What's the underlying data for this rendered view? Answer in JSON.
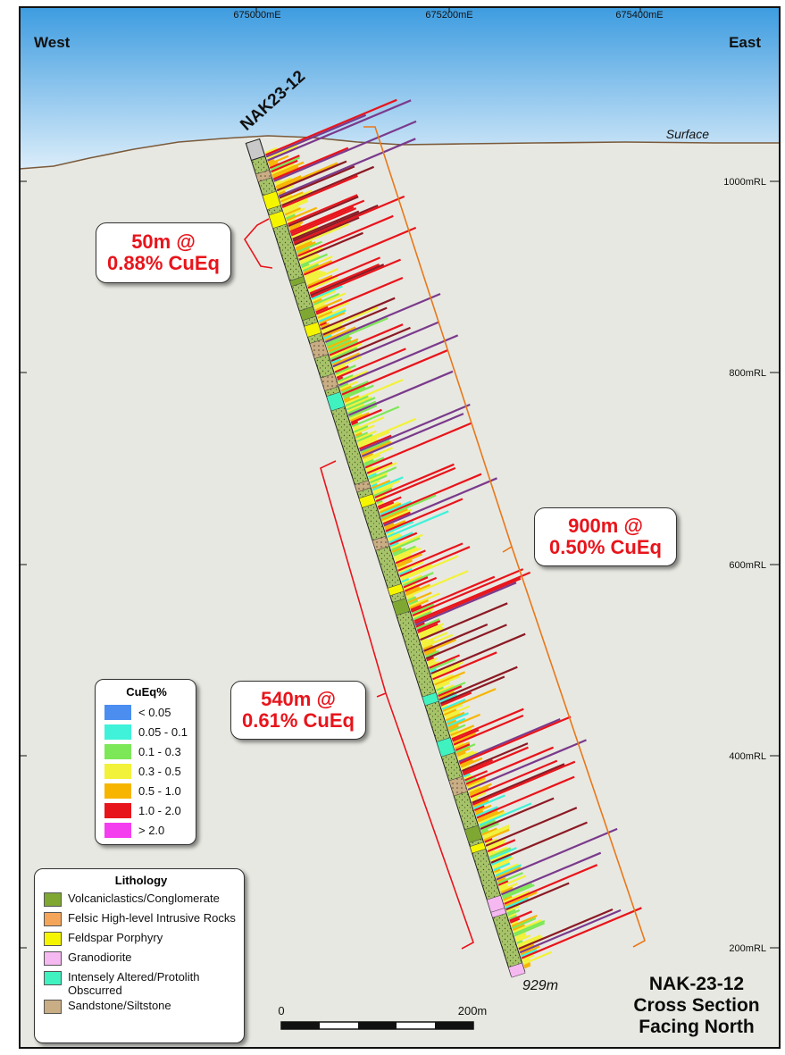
{
  "top_labels": {
    "west": "West",
    "east": "East"
  },
  "easting_ticks": [
    "675000mE",
    "675200mE",
    "675400mE"
  ],
  "elevation_ticks": [
    "1000mRL",
    "800mRL",
    "600mRL",
    "400mRL",
    "200mRL"
  ],
  "drillhole": {
    "id": "NAK23-12",
    "end_depth": "929m"
  },
  "surface_label": "Surface",
  "intercepts": [
    {
      "line1": "50m @",
      "line2": "0.88% CuEq"
    },
    {
      "line1": "900m @",
      "line2": "0.50% CuEq"
    },
    {
      "line1": "540m @",
      "line2": "0.61% CuEq"
    }
  ],
  "cueq_legend": {
    "title": "CuEq%",
    "items": [
      {
        "label": "< 0.05",
        "color": "#4b8ef0"
      },
      {
        "label": "0.05 - 0.1",
        "color": "#3ff2d9"
      },
      {
        "label": "0.1 - 0.3",
        "color": "#7de857"
      },
      {
        "label": "0.3 - 0.5",
        "color": "#f2f23a"
      },
      {
        "label": "0.5 - 1.0",
        "color": "#f7b500"
      },
      {
        "label": "1.0 - 2.0",
        "color": "#e8141b"
      },
      {
        "label": "> 2.0",
        "color": "#f53df0"
      }
    ]
  },
  "lithology_legend": {
    "title": "Lithology",
    "items": [
      {
        "label": "Volcaniclastics/Conglomerate",
        "color": "#7fa833"
      },
      {
        "label": "Felsic High-level Intrusive Rocks",
        "color": "#f5a55a"
      },
      {
        "label": "Feldspar Porphyry",
        "color": "#f5f500"
      },
      {
        "label": "Granodiorite",
        "color": "#f5b8f0"
      },
      {
        "label": "Intensely Altered/Protolith Obscurred",
        "color": "#3ff2c0"
      },
      {
        "label": "Sandstone/Siltstone",
        "color": "#c9ad84"
      }
    ]
  },
  "scale_bar": {
    "start_label": "0",
    "end_label": "200m"
  },
  "title_block": {
    "line1": "NAK-23-12",
    "line2": "Cross Section",
    "line3": "Facing North"
  },
  "colors": {
    "sky_top": "#3d9ce0",
    "sky_bottom": "#e3f1fb",
    "ground": "#e8e8e2",
    "surface_line": "#7a5a3a",
    "bracket_orange": "#e8781a",
    "bracket_red": "#e8141b",
    "intercept_text": "#e8141b",
    "core_green": "#9bbd5a",
    "histogram_purple": "#7a3a8c",
    "histogram_maroon": "#8b1a24"
  }
}
